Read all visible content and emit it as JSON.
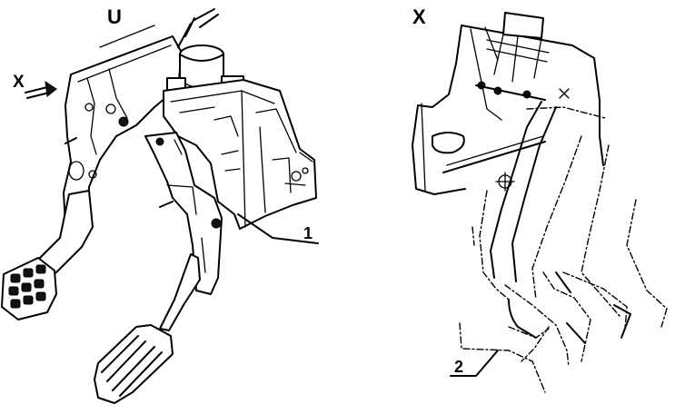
{
  "left_view": {
    "label": "U",
    "direction_label": "X",
    "callout": "1"
  },
  "right_view": {
    "label": "X",
    "callout": "2"
  },
  "colors": {
    "ink": "#000000",
    "paper": "#ffffff"
  }
}
